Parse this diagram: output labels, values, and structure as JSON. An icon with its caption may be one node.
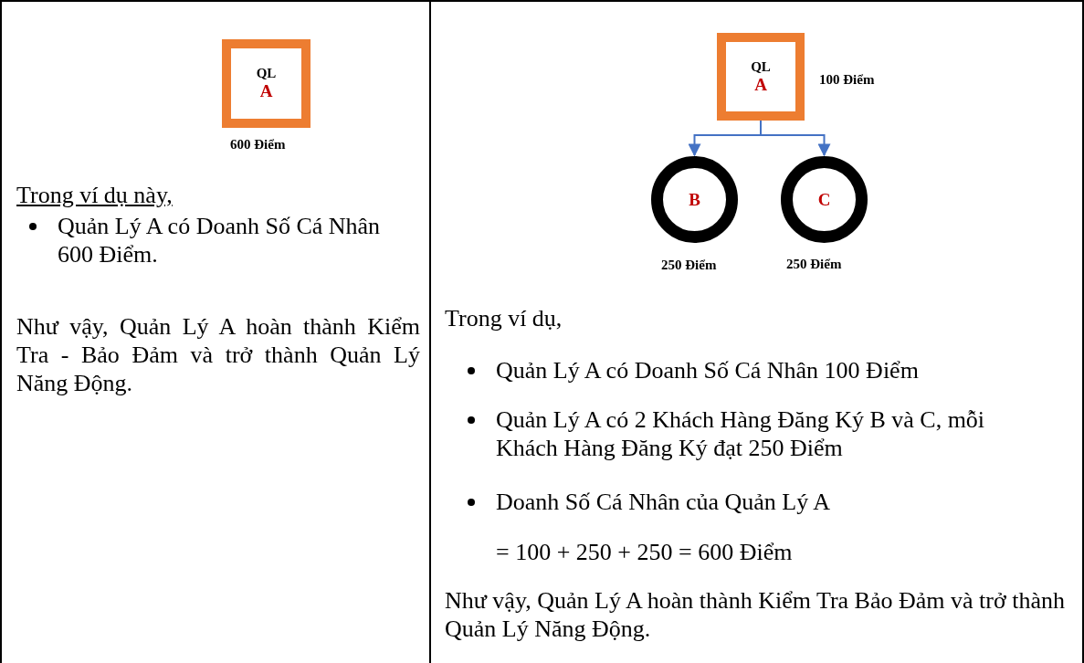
{
  "diagram": {
    "nodes": [
      {
        "text": [
          "QL",
          "A"
        ],
        "beside": [
          "600 Điểm"
        ]
      },
      {
        "text": [
          "QL",
          "A"
        ],
        "beside": [
          "100 Điểm"
        ]
      },
      {
        "text": [
          "B"
        ],
        "beside": [
          "250 Điểm"
        ]
      },
      {
        "text": [
          "C"
        ],
        "beside": [
          "250 Điểm"
        ]
      }
    ],
    "edges": [
      {
        "from": 1,
        "to": 2,
        "arrow": "to"
      },
      {
        "from": 1,
        "to": 3,
        "arrow": "to"
      }
    ],
    "labels": [
      "Trong ví dụ này,",
      "Quản Lý A có Doanh Số Cá Nhân 600 Điểm.",
      "Như vậy, Quản Lý A hoàn thành Kiểm Tra - Bảo Đảm và trở thành Quản Lý Năng Động.",
      "Trong ví dụ,",
      "Quản Lý A có Doanh Số Cá Nhân 100 Điểm",
      "Quản Lý A có 2 Khách Hàng Đăng Ký B và C, mỗi Khách Hàng Đăng Ký đạt 250 Điểm",
      "Doanh Số Cá Nhân của Quản Lý A",
      "= 100 + 250 + 250 = 600 Điểm",
      "Như vậy, Quản Lý A hoàn thành Kiểm Tra Bảo Đảm và trở thành Quản Lý Năng Động."
    ]
  }
}
